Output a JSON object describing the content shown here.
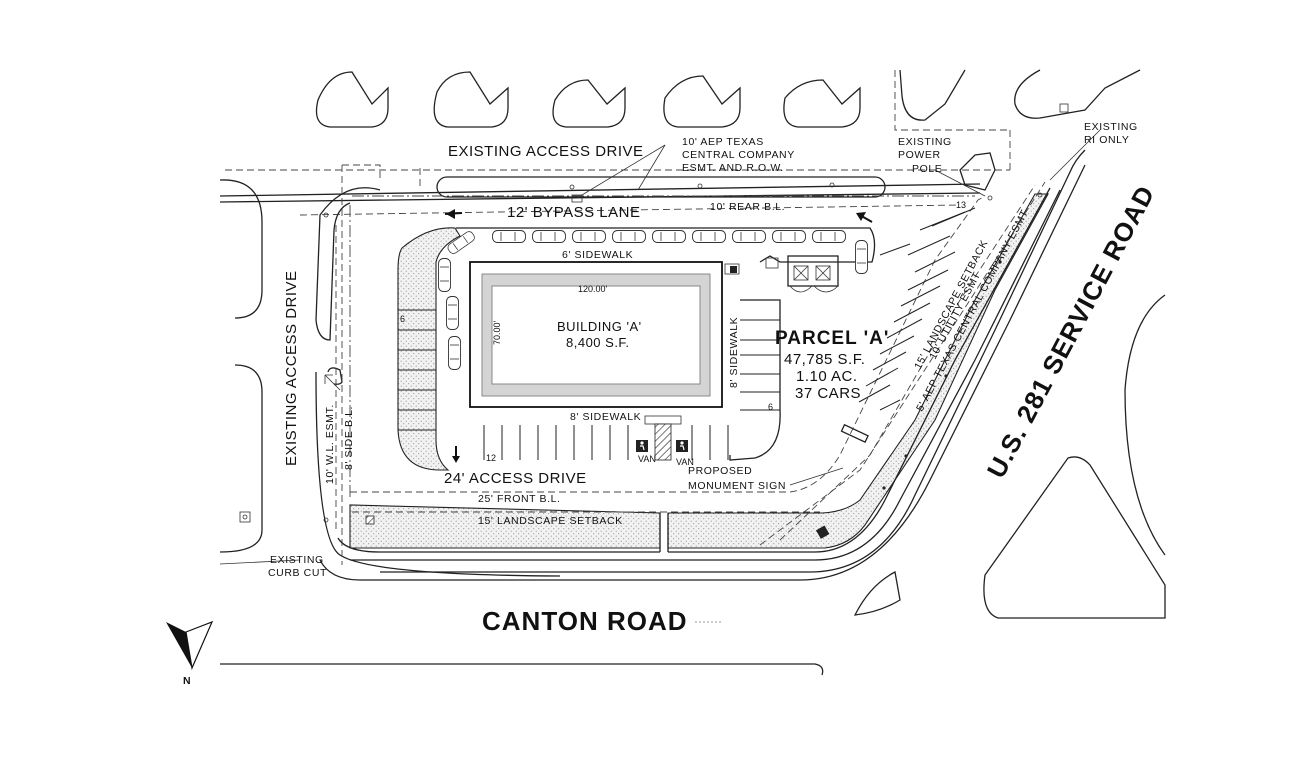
{
  "roads": {
    "top_drive": "EXISTING ACCESS DRIVE",
    "left_drive": "EXISTING ACCESS DRIVE",
    "bottom_road": "CANTON ROAD",
    "right_road": "U.S. 281 SERVICE ROAD"
  },
  "building": {
    "name": "BUILDING 'A'",
    "area": "8,400 S.F.",
    "width_dim": "120.00'",
    "depth_dim": "70.00'"
  },
  "parcel": {
    "name": "PARCEL 'A'",
    "area_sf": "47,785 S.F.",
    "area_ac": "1.10 AC.",
    "parking": "37 CARS"
  },
  "labels": {
    "bypass_lane": "12' BYPASS LANE",
    "access_drive": "24' ACCESS DRIVE",
    "sidewalk_top": "6' SIDEWALK",
    "sidewalk_bottom": "8' SIDEWALK",
    "sidewalk_right": "8' SIDEWALK",
    "rear_bl": "10' REAR B.L.",
    "front_bl": "25' FRONT B.L.",
    "landscape_setback": "15' LANDSCAPE SETBACK",
    "side_bl": "8' SIDE B.L.",
    "wl_esmt": "10' W.L. ESMT.",
    "aep_easement": [
      "10' AEP TEXAS",
      "CENTRAL COMPANY",
      "ESMT. AND R.O.W."
    ],
    "power_pole": [
      "EXISTING",
      "POWER",
      "POLE"
    ],
    "ri_only": [
      "EXISTING",
      "RI ONLY"
    ],
    "curb_cut": [
      "EXISTING",
      "CURB CUT"
    ],
    "monument_sign": [
      "PROPOSED",
      "MONUMENT SIGN"
    ],
    "diag_landscape": "15' LANDSCAPE SETBACK",
    "diag_utility": "10' UTILITY ESMT",
    "diag_aep": "5' AEP TEXAS CENTRAL COMPANY ESMT",
    "van": "VAN",
    "north": "N"
  },
  "counts": {
    "left_row": "6",
    "right_row": "6",
    "bottom_row": "12",
    "diagonal_row": "13"
  }
}
